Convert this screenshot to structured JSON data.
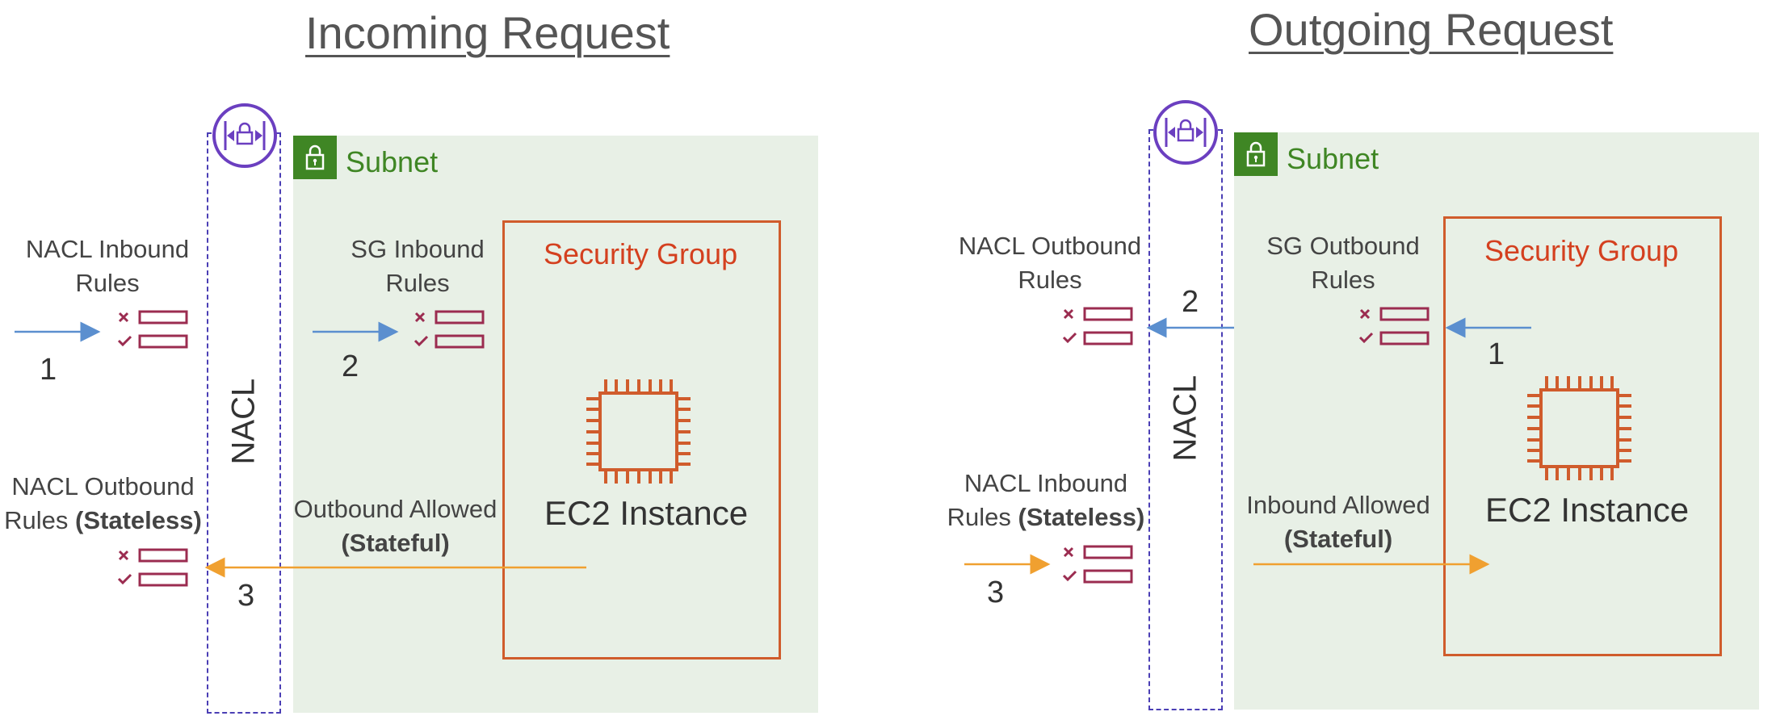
{
  "incoming": {
    "title": "Incoming Request",
    "subnet_label": "Subnet",
    "nacl_label": "NACL",
    "security_group_label": "Security Group",
    "ec2_label": "EC2 Instance",
    "nacl_inbound": "NACL Inbound\nRules",
    "sg_inbound": "SG Inbound\nRules",
    "nacl_outbound_line1": "NACL Outbound",
    "nacl_outbound_line2a": "Rules ",
    "nacl_outbound_line2b": "(Stateless)",
    "outbound_allowed": "Outbound Allowed",
    "outbound_allowed_state": "(Stateful)",
    "step1": "1",
    "step2": "2",
    "step3": "3"
  },
  "outgoing": {
    "title": "Outgoing Request",
    "subnet_label": "Subnet",
    "nacl_label": "NACL",
    "security_group_label": "Security Group",
    "ec2_label": "EC2 Instance",
    "nacl_outbound": "NACL Outbound\nRules",
    "sg_outbound": "SG Outbound\nRules",
    "nacl_inbound_line1": "NACL Inbound",
    "nacl_inbound_line2a": "Rules ",
    "nacl_inbound_line2b": "(Stateless)",
    "inbound_allowed": "Inbound Allowed",
    "inbound_allowed_state": "(Stateful)",
    "step1": "1",
    "step2": "2",
    "step3": "3"
  },
  "colors": {
    "subnet_fill": "#e8f0e6",
    "subnet_green": "#3f8624",
    "security_group": "#d4401f",
    "ec2_orange": "#d05c2c",
    "nacl_purple": "#4b3fb5",
    "rules_icon": "#9b2c50",
    "arrow_blue": "#5b8fcf",
    "arrow_orange": "#f0a030"
  },
  "icons": [
    "nacl-icon",
    "padlock-icon",
    "ec2-chip-icon",
    "rules-list-icon",
    "arrow-right-icon",
    "arrow-left-icon"
  ]
}
